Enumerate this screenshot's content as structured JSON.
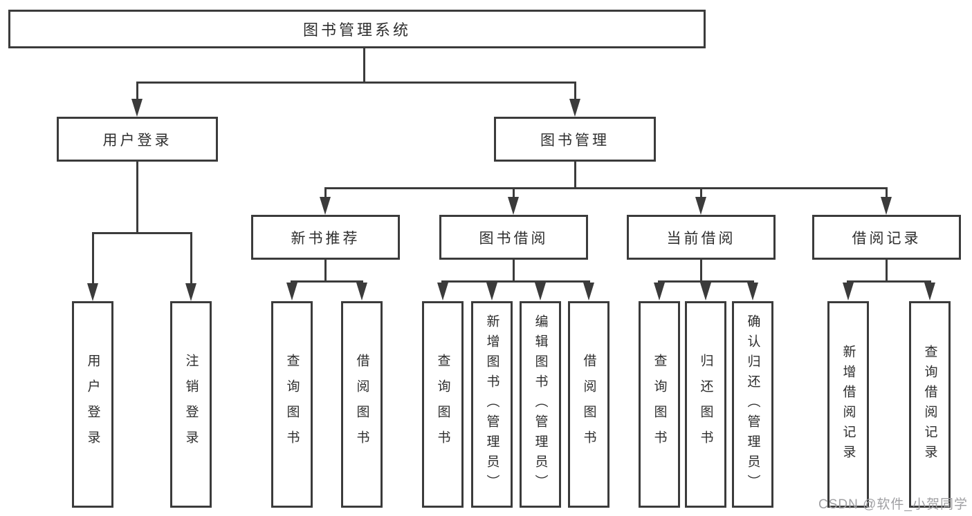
{
  "diagram": {
    "title": "图书管理系统",
    "root": {
      "label": "图书管理系统"
    },
    "branches": [
      {
        "label": "用户登录",
        "children": [
          {
            "label": "用户登录"
          },
          {
            "label": "注销登录"
          }
        ]
      },
      {
        "label": "图书管理",
        "children": [
          {
            "label": "新书推荐",
            "children": [
              {
                "label": "查询图书"
              },
              {
                "label": "借阅图书"
              }
            ]
          },
          {
            "label": "图书借阅",
            "children": [
              {
                "label": "查询图书"
              },
              {
                "label": "新增图书（管理员）"
              },
              {
                "label": "编辑图书（管理员）"
              },
              {
                "label": "借阅图书"
              }
            ]
          },
          {
            "label": "当前借阅",
            "children": [
              {
                "label": "查询图书"
              },
              {
                "label": "归还图书"
              },
              {
                "label": "确认归还（管理员）"
              }
            ]
          },
          {
            "label": "借阅记录",
            "children": [
              {
                "label": "新增借阅记录"
              },
              {
                "label": "查询借阅记录"
              }
            ]
          }
        ]
      }
    ],
    "colors": {
      "line": "#3b3b3b",
      "text": "#2e2e2e",
      "background": "#ffffff",
      "watermark": "#a0a0a3"
    }
  },
  "watermark": {
    "text": "CSDN @软件_小贺同学"
  }
}
